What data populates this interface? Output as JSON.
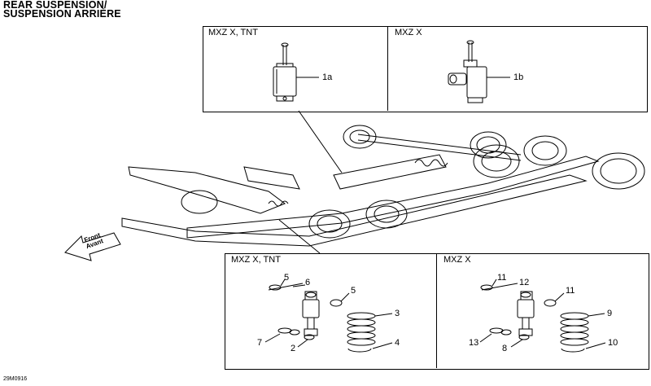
{
  "title": {
    "line1": "REAR SUSPENSION/",
    "line2": "SUSPENSION ARRIÈRE"
  },
  "top_panel": {
    "left_label": "MXZ X, TNT",
    "right_label": "MXZ X",
    "callouts": [
      "1a",
      "1b"
    ]
  },
  "bottom_panel": {
    "left_label": "MXZ X, TNT",
    "right_label": "MXZ X",
    "left_callouts": [
      "5",
      "6",
      "5",
      "3",
      "7",
      "2",
      "4"
    ],
    "right_callouts": [
      "11",
      "12",
      "11",
      "9",
      "13",
      "8",
      "10"
    ]
  },
  "direction_arrow": {
    "line1": "Front",
    "line2": "Avant"
  },
  "figure_code": "29M0916"
}
